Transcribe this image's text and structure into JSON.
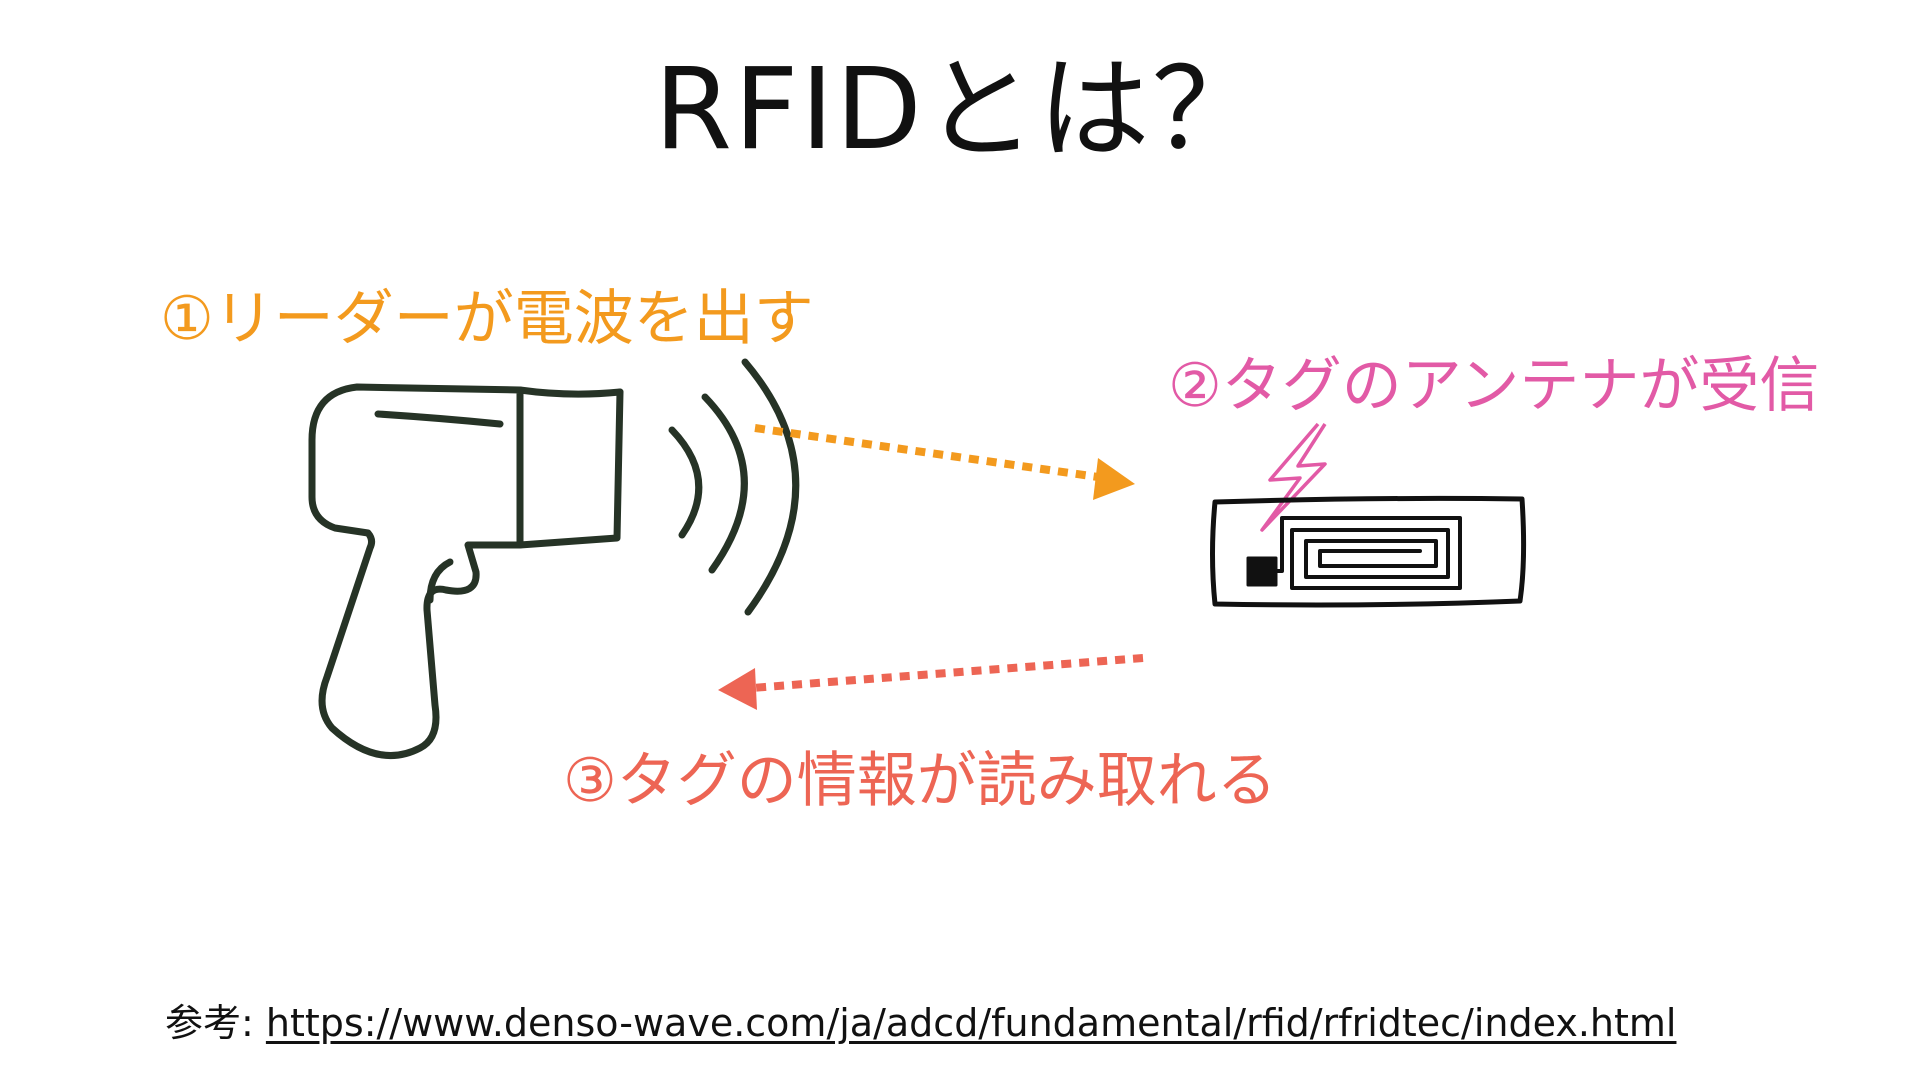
{
  "slide": {
    "title": "RFIDとは？",
    "steps": [
      {
        "label": "①リーダーが電波を出す",
        "color": "#f39a1e"
      },
      {
        "label": "②タグのアンテナが受信",
        "color": "#e25aa6"
      },
      {
        "label": "③タグの情報が読み取れる",
        "color": "#ed6554"
      }
    ],
    "icons": {
      "reader": "rfid-reader-gun-icon",
      "tag": "rfid-tag-icon",
      "signal": "lightning-bolt-icon"
    },
    "reference": {
      "prefix": "参考: ",
      "url": "https://www.denso-wave.com/ja/adcd/fundamental/rfid/rfridtec/index.html"
    }
  }
}
